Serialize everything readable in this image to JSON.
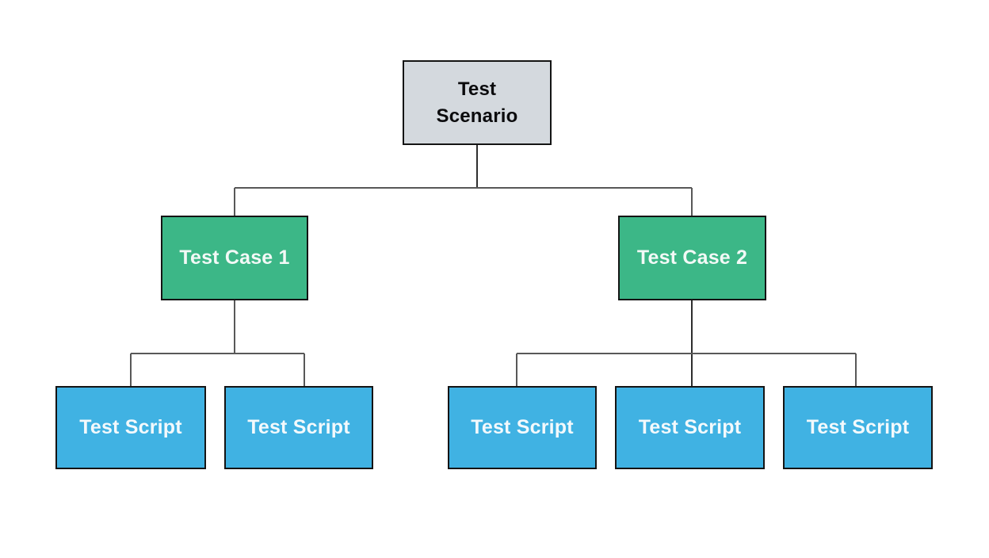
{
  "diagram": {
    "type": "tree",
    "description": "Test hierarchy diagram: one Test Scenario containing Test Cases, each containing Test Scripts",
    "background_color": "#FFFFFF",
    "node_border_color": "#141414",
    "connector_color": "#585858",
    "levels": {
      "root_label": "Test Scenario",
      "middle_labels": [
        "Test Case 1",
        "Test Case 2"
      ],
      "leaf_label": "Test Script"
    },
    "colors": {
      "scenario_fill": "#D4D9DE",
      "scenario_text": "#0B0B0D",
      "case_fill": "#3CB787",
      "case_text": "#F2F9F6",
      "script_fill": "#40B2E3",
      "script_text": "#F3F9FC"
    },
    "nodes": {
      "scenario": {
        "label": "Test Scenario",
        "level": 0
      },
      "case1": {
        "label": "Test Case 1",
        "level": 1
      },
      "case2": {
        "label": "Test Case 2",
        "level": 1
      },
      "script1": {
        "label": "Test Script",
        "level": 2
      },
      "script2": {
        "label": "Test Script",
        "level": 2
      },
      "script3": {
        "label": "Test Script",
        "level": 2
      },
      "script4": {
        "label": "Test Script",
        "level": 2
      },
      "script5": {
        "label": "Test Script",
        "level": 2
      }
    },
    "edges": [
      {
        "from": "scenario",
        "to": "case1"
      },
      {
        "from": "scenario",
        "to": "case2"
      },
      {
        "from": "case1",
        "to": "script1"
      },
      {
        "from": "case1",
        "to": "script2"
      },
      {
        "from": "case2",
        "to": "script3"
      },
      {
        "from": "case2",
        "to": "script4"
      },
      {
        "from": "case2",
        "to": "script5"
      }
    ]
  }
}
